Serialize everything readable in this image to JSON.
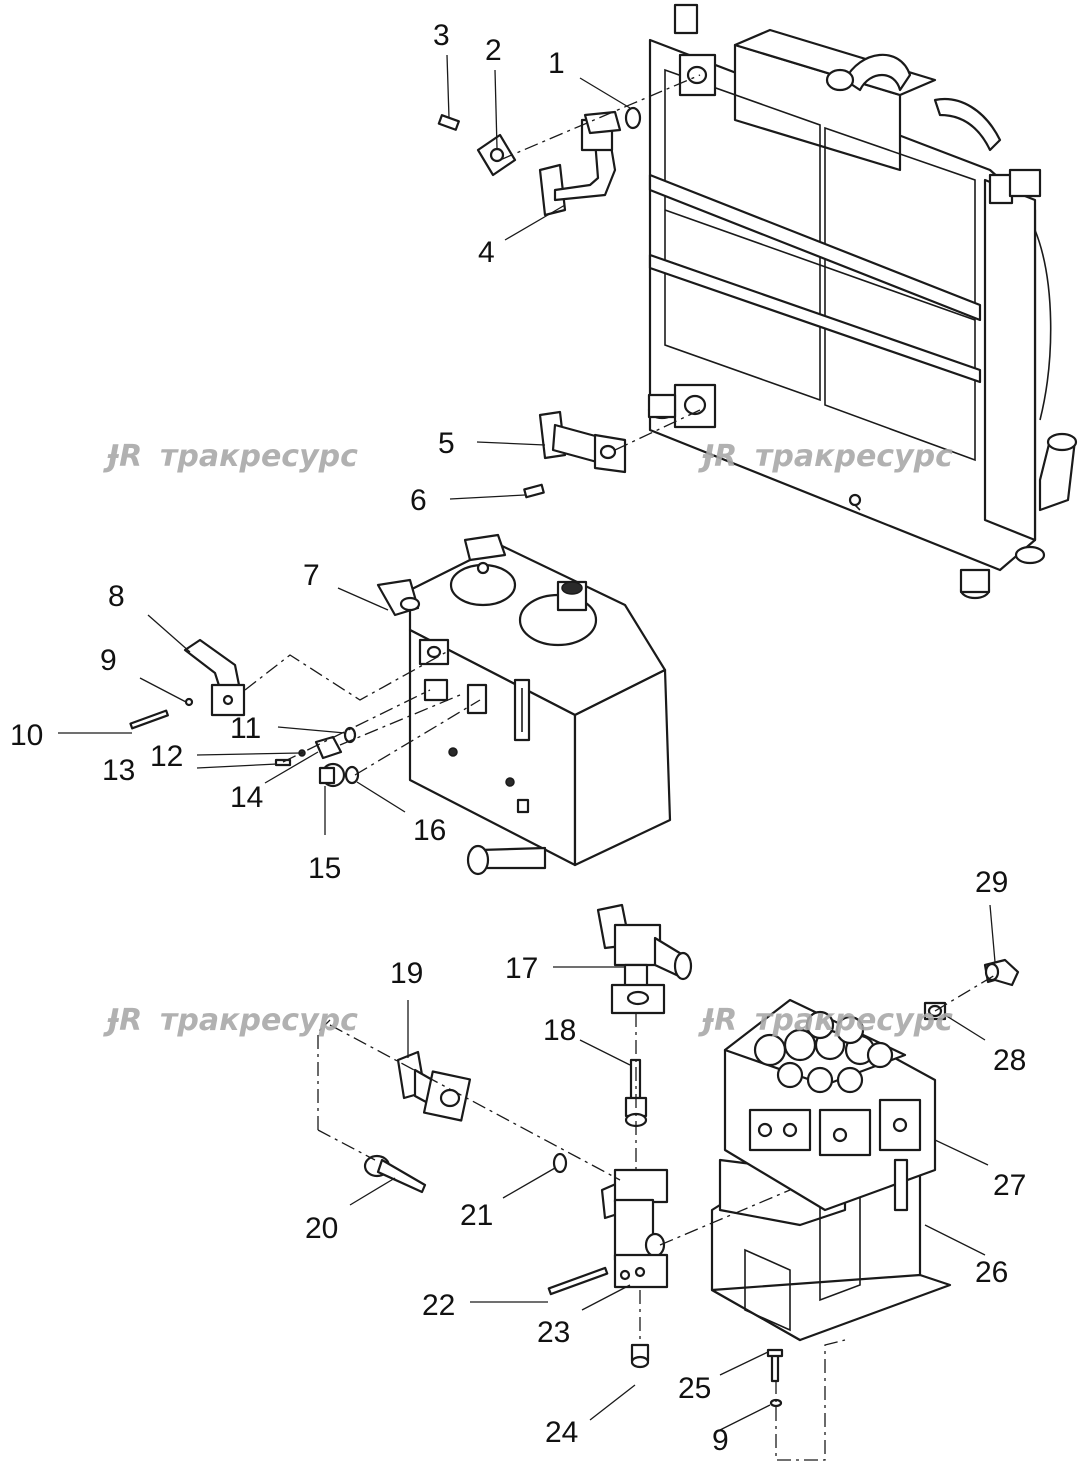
{
  "watermark": {
    "brand": "трак​ресурс",
    "color": "#a9a9a9"
  },
  "callouts": {
    "c1": "1",
    "c2": "2",
    "c3": "3",
    "c4": "4",
    "c5": "5",
    "c6": "6",
    "c7": "7",
    "c8": "8",
    "c9a": "9",
    "c10": "10",
    "c11": "11",
    "c12": "12",
    "c13": "13",
    "c14": "14",
    "c15": "15",
    "c16": "16",
    "c17": "17",
    "c18": "18",
    "c19": "19",
    "c20": "20",
    "c21": "21",
    "c22": "22",
    "c23": "23",
    "c24": "24",
    "c25": "25",
    "c9b": "9",
    "c26": "26",
    "c27": "27",
    "c28": "28",
    "c29": "29"
  },
  "line_color": "#1a1a1a"
}
